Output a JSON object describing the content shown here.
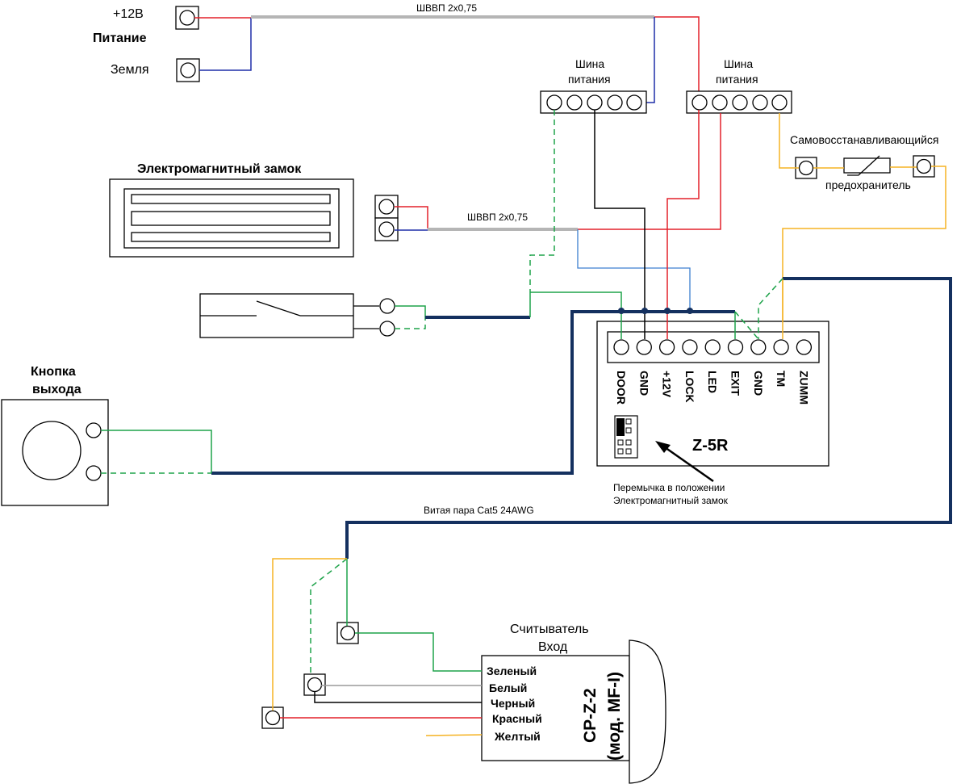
{
  "power": {
    "plus12_label": "+12В",
    "power_label": "Питание",
    "ground_label": "Земля"
  },
  "cables": {
    "top_cable_label": "ШВВП 2х0,75",
    "lock_cable_label": "ШВВП 2х0,75",
    "twisted_pair_label": "Витая пара Cat5 24AWG"
  },
  "busbars": {
    "left_label_line1": "Шина",
    "left_label_line2": "питания",
    "right_label_line1": "Шина",
    "right_label_line2": "питания"
  },
  "fuse": {
    "label_top": "Самовосстанавливающийся",
    "label_bottom": "предохранитель"
  },
  "lock": {
    "title": "Электромагнитный замок"
  },
  "exit_button": {
    "title_line1": "Кнопка",
    "title_line2": "выхода"
  },
  "controller": {
    "model": "Z-5R",
    "pins": [
      "DOOR",
      "GND",
      "+12V",
      "LOCK",
      "LED",
      "EXIT",
      "GND",
      "TM",
      "ZUMM"
    ],
    "jumper_note_line1": "Перемычка в положении",
    "jumper_note_line2": "Электромагнитный замок"
  },
  "reader": {
    "title_line1": "Считыватель",
    "title_line2": "Вход",
    "model_line1": "CP-Z-2",
    "model_line2": "(мод. MF-I)",
    "wires": [
      "Зеленый",
      "Белый",
      "Черный",
      "Красный",
      "Желтый"
    ]
  },
  "colors": {
    "red": "#e3202a",
    "blue": "#1f2fa8",
    "light_blue": "#3d7fd0",
    "green": "#1ea34a",
    "yellow": "#f5b324",
    "gray": "#b5b5b5",
    "cable": "#14305f"
  }
}
